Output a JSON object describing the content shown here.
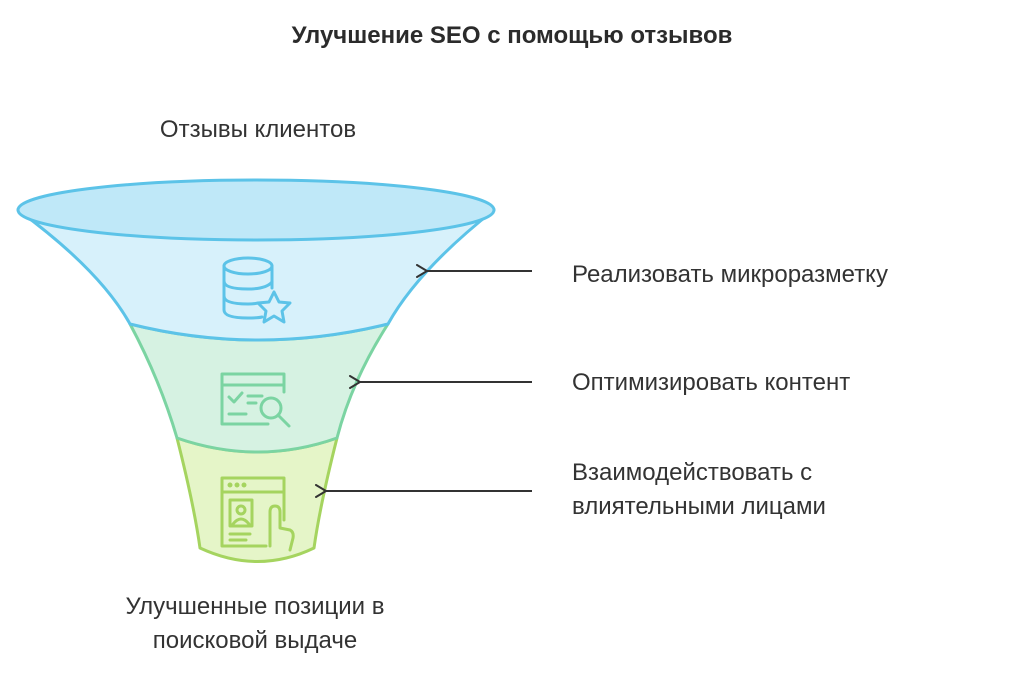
{
  "title": "Улучшение SEO с помощью отзывов",
  "top_label": "Отзывы клиентов",
  "bottom_label_line1": "Улучшенные позиции в",
  "bottom_label_line2": "поисковой выдаче",
  "steps": [
    {
      "lines": [
        "Реализовать микроразметку"
      ],
      "icon": "database-star-icon",
      "color": "#bfe8f8",
      "stroke": "#5cc3e8"
    },
    {
      "lines": [
        "Оптимизировать контент"
      ],
      "icon": "code-search-icon",
      "color": "#d6f2e2",
      "stroke": "#7bd4a2"
    },
    {
      "lines": [
        "Взаимодействовать с",
        "влиятельными лицами"
      ],
      "icon": "profile-touch-icon",
      "color": "#e5f5c8",
      "stroke": "#a5d45f"
    }
  ]
}
